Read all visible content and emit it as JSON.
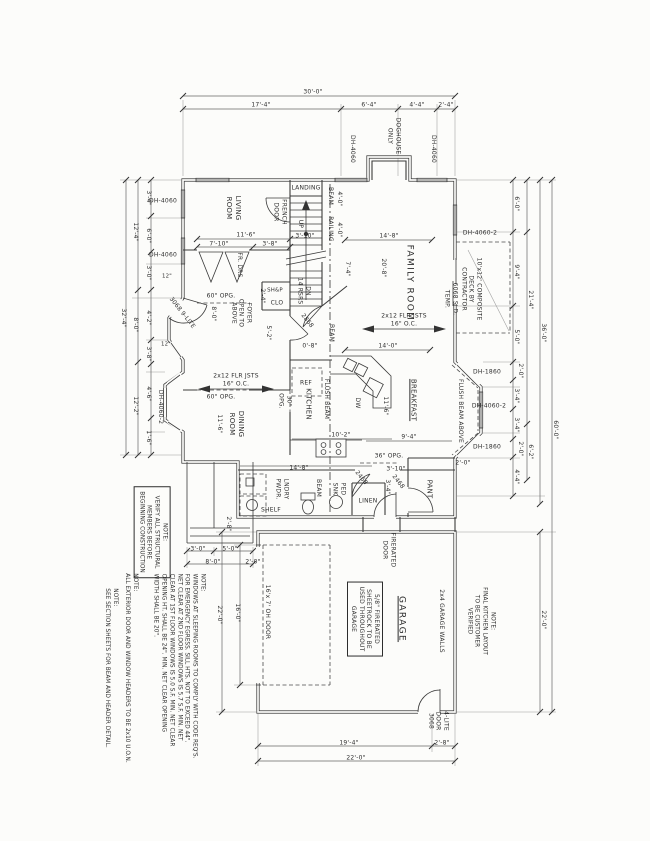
{
  "rooms": {
    "living": "LIVING\nROOM",
    "family": "FAMILY ROOM",
    "foyer": "FOYER\nOPEN TO\nABOVE",
    "dining": "DINING\nROOM",
    "kitchen": "KITCHEN",
    "breakfast": "BREAKFAST",
    "garage": "GARAGE",
    "laundry": "LNDRY\nPWDR.",
    "pantry": "PANT",
    "linen": "LINEN",
    "landing": "LANDING",
    "closet": "CLO",
    "closet_shelf": "SH&P"
  },
  "stairs": {
    "up": "UP",
    "down": "DN\n14 RSRS",
    "railing": "RAILING"
  },
  "structure": {
    "beam_a": "BEAM",
    "beam_b": "BEAM",
    "beam_c": "BEAM",
    "flush_beam": "FLUSH BEAM",
    "flush_beam_above": "FLUSH BEAM ABOVE",
    "joists_family": "2x12 FLR JSTS\n16\" O.C.",
    "joists_dining": "2x12 FLR JSTS\n16\" O.C.",
    "garage_walls": "2x4 GARAGE WALLS",
    "sheetrock_note": "5/8\" FIRERATED\nSHEETROCK TO BE\nUSED THROUGHOUT\nGARAGE"
  },
  "doors": {
    "front": "3068 9-LITE",
    "french": "FRENCH\nDOOR",
    "living_pair": "FR. DRS.",
    "hall": "2868",
    "bath": "2468",
    "pantry_door": "2468",
    "slider": "6068 SLD.\nTEMP.",
    "fire": "FIRERATED\nDOOR",
    "garage_rear": "4-LITE\nDOOR\n3068",
    "overhead": "16'x 7' OH DOOR"
  },
  "windows": {
    "top_a": "DH-4060",
    "top_b": "DH-4060",
    "left_a": "DH-4060",
    "left_b": "DH-4060",
    "dining_bay": "DH-4060-2",
    "family_right": "DH-4060-2",
    "bay_upper": "DH-1860",
    "bay_mid": "DH-4060-2",
    "bay_lower": "DH-1860"
  },
  "openings": {
    "o60_a": "60\" OPG.",
    "o60_b": "60\" OPG.",
    "o30": "30\"\nOPG.",
    "o36": "36\" OPG."
  },
  "fixtures": {
    "ref": "REF",
    "dw": "DW",
    "ped_sink": "PED\nSNK",
    "shelf": "SHELF"
  },
  "site": {
    "doghouse": "DOGHOUSE\nONLY",
    "deck": "10'x12' COMPOSITE\nDECK BY\nCONTRACTOR"
  },
  "dims": {
    "top": {
      "overall": "30'-0\"",
      "segs": [
        "17'-4\"",
        "6'-4\"",
        "4'-4\"",
        "2'-4\""
      ]
    },
    "left": {
      "overall": "32'-4\"",
      "tier2": [
        "12'-4\"",
        "8'-0\"",
        "12'-2\""
      ],
      "tier1": [
        "3'-4\"",
        "6'-0\"",
        "3'-0\"",
        "4'-2\"",
        "3'-8\"",
        "4'-6\"",
        "1'-6\""
      ],
      "jogs": [
        "12\"",
        "12\""
      ]
    },
    "right": {
      "overall": "60'-0\"",
      "house": "36'-0\"",
      "garage": "22'-0\"",
      "tier2": [
        "21'-4\"",
        "6'-2\""
      ],
      "tier1": [
        "6'-0\"",
        "9'-4\"",
        "5'-0\"",
        "2'-0\"",
        "3'-4\"",
        "3'-4\"",
        "2'-0\"",
        "4'-4\""
      ],
      "bay_return": "2'-0\""
    },
    "bottom": {
      "garage_segs": [
        "19'-4\"",
        "2'-8\""
      ],
      "garage_overall": "22'-0\"",
      "stoop": [
        "3'-0\"",
        "5'-0\"",
        "8'-0\"",
        "2'-0\"",
        "2'-8\""
      ]
    },
    "garage_left": [
      "22'-0\"",
      "16'-0\""
    ],
    "inner": {
      "living_w": "11'-6\"",
      "living_a": "7'-10\"",
      "living_b": "3'-8\"",
      "stair_w": "3'-10\"",
      "family_top": "14'-8\"",
      "family_h": "20'-8\"",
      "family_bot": "14'-0\"",
      "stair_h": "7'-4\"",
      "landing_a": "4'-0\"",
      "landing_b": "4'-0\"",
      "foyer_w": "8'-0\"",
      "foyer_h": "5'-2\"",
      "clo": "2'-4\"",
      "beam_off": "0'-8\"",
      "dining_w": "11'-6\"",
      "kitchen_w": "10'-2\"",
      "bkfst_w": "11'-6\"",
      "bkfst_h": "9'-4\"",
      "laundry_w": "14'-8\"",
      "hall_a": "3'-10\"",
      "hall_b": "3'-4\""
    }
  },
  "notes": {
    "structural": "NOTE:\nVERIFY ALL STRUCTURAL\nMEMBERS BEFORE\nBEGINNING CONSTRUCTION",
    "egress": "NOTE:\nWINDOWS AT SLEEPING ROOMS TO COMPLY WITH CODE REQ'S.\nFOR EMERGENCY EGRESS. SILL HTS. NOT TO EXCEED 44\".\nNET CLEAR AT 2ND FLOOR WINDOWS IS 5.7 S.F. MIN. NET\nCLEAR AT 1ST FLOOR WINDOWS IS 5.0 S.F. MIN. NET CLEAR\nOPENING HT. SHALL BE 24\". MIN. NET CLEAR OPENING\nWIDTH SHALL BE 20\".",
    "headers": "NOTE:\nALL EXTERIOR DOOR AND WINDOW HEADERS TO BE 2x10 U.O.N.",
    "sections": "NOTE:\nSEE SECTION SHEETS FOR BEAM AND HEADER DETAIL.",
    "kitchen": "NOTE:\nFINAL KITCHEN LAYOUT\nTO BE CUSTOMER\nVERIFIED"
  }
}
